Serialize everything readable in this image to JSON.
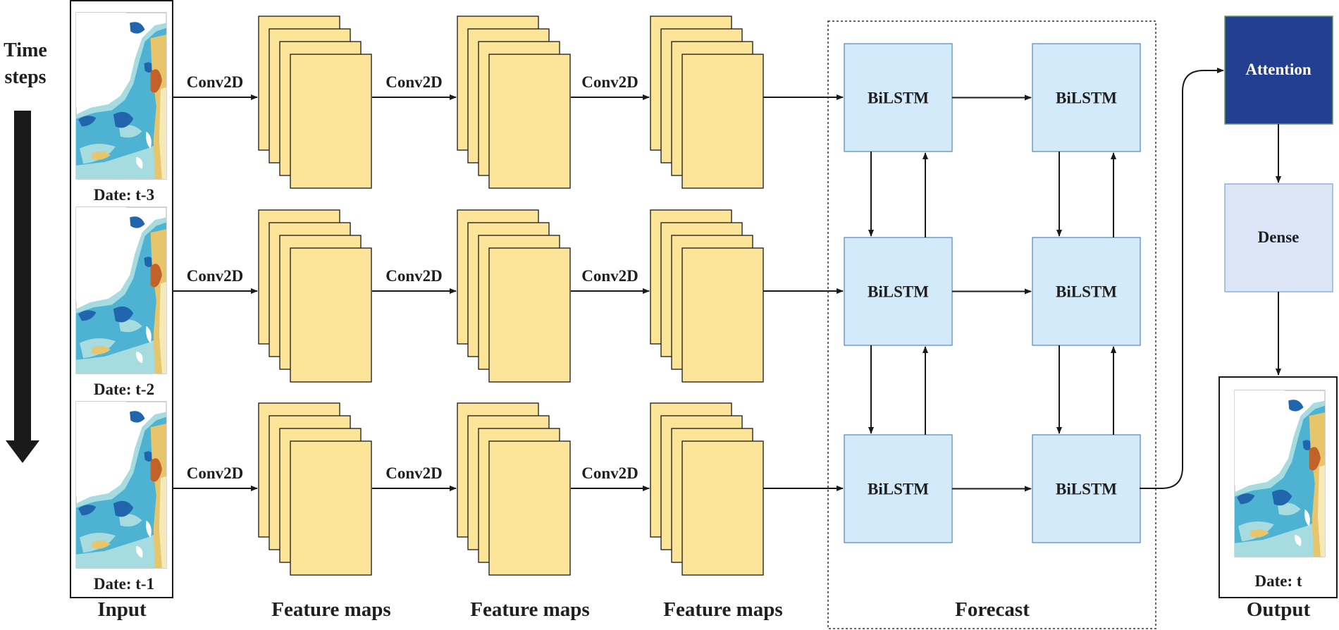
{
  "time_steps_label": [
    "Time",
    "steps"
  ],
  "input_title": "Input",
  "input_dates": [
    "Date: t-3",
    "Date: t-2",
    "Date: t-1"
  ],
  "conv_label": "Conv2D",
  "feature_maps_label": "Feature maps",
  "bilstm_label": "BiLSTM",
  "forecast_label": "Forecast",
  "attention_label": "Attention",
  "dense_label": "Dense",
  "output_title": "Output",
  "output_date": "Date: t",
  "colors": {
    "feature_map_fill": "#fce499",
    "bilstm_fill": "#d2eafa",
    "bilstm_stroke": "#5b8fc7",
    "attention_fill": "#22408f",
    "dense_fill": "#dbe5f5",
    "arrow": "#1a1a1a",
    "map_ocean_light": "#a6dbe0",
    "map_ocean_mid": "#4eb3d3",
    "map_ocean_dark": "#2166ac",
    "map_land": "#ffffff",
    "map_warm": "#e6c56b",
    "map_hot": "#c0622a"
  }
}
